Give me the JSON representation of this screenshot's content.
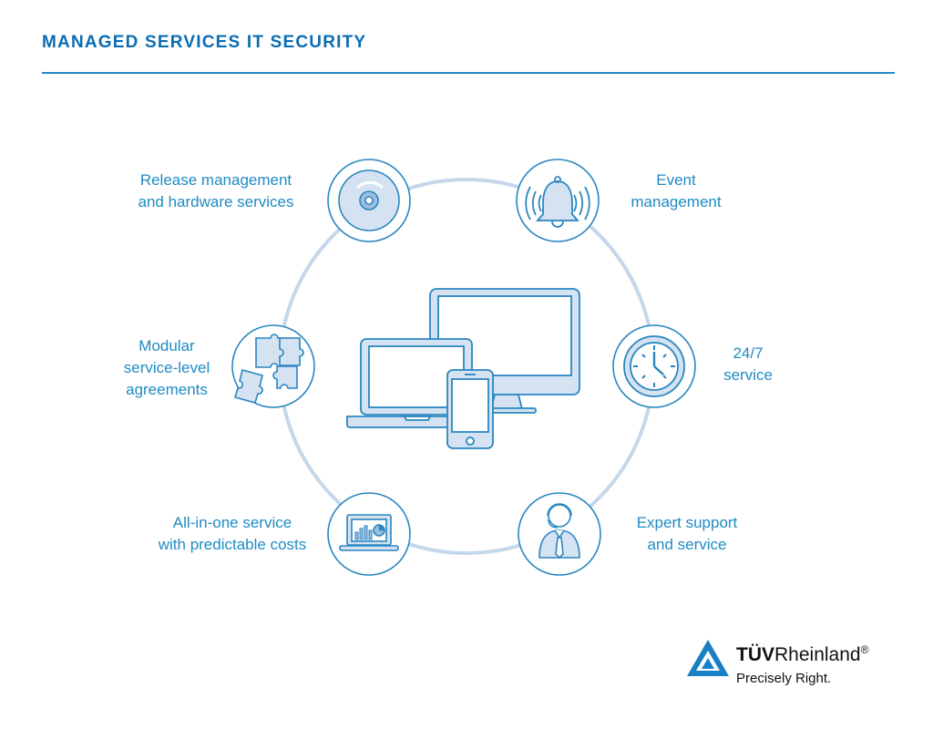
{
  "title": "MANAGED SERVICES IT SECURITY",
  "colors": {
    "accent": "#0a6cb3",
    "text": "#1f8bc3",
    "ring": "#c5d7ea",
    "icon_fill": "#d4e2f1",
    "icon_stroke": "#2a86c0"
  },
  "services": [
    {
      "id": "release",
      "icon": "cd-icon",
      "lines": [
        "Release management",
        "and hardware services"
      ]
    },
    {
      "id": "event",
      "icon": "alarm-bell-icon",
      "lines": [
        "Event",
        "management"
      ]
    },
    {
      "id": "service247",
      "icon": "clock-icon",
      "lines": [
        "24/7",
        "service"
      ]
    },
    {
      "id": "expert",
      "icon": "support-agent-icon",
      "lines": [
        "Expert support",
        "and service"
      ]
    },
    {
      "id": "allinone",
      "icon": "laptop-chart-icon",
      "lines": [
        "All-in-one service",
        "with predictable costs"
      ]
    },
    {
      "id": "sla",
      "icon": "puzzle-icon",
      "lines": [
        "Modular",
        "service-level",
        "agreements"
      ]
    }
  ],
  "center_icon": "devices-icon",
  "logo": {
    "brand_bold": "TÜV",
    "brand_regular": "Rheinland",
    "registered": "®",
    "tagline": "Precisely Right."
  }
}
